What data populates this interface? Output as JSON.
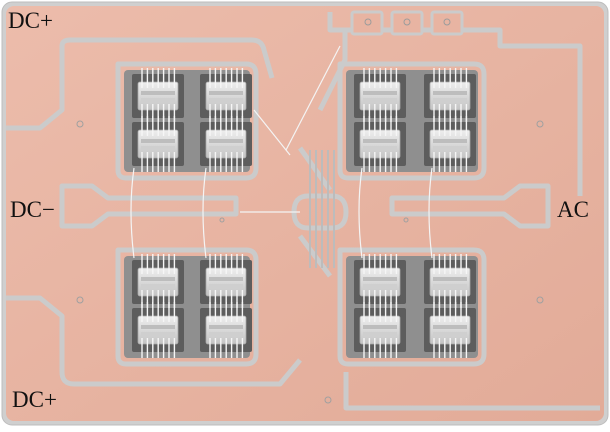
{
  "labels": {
    "dc_plus_top": "DC+",
    "dc_minus": "DC−",
    "ac": "AC",
    "dc_plus_bottom": "DC+"
  },
  "colors": {
    "copper": "#e8b4a2",
    "copper_edge": "#d79c88",
    "trace_gap": "#c9c9c9",
    "module_pad": "#5d5d5d",
    "chip": "#d9d9d9",
    "wire": "#f2f2f2"
  },
  "module_count": 16
}
